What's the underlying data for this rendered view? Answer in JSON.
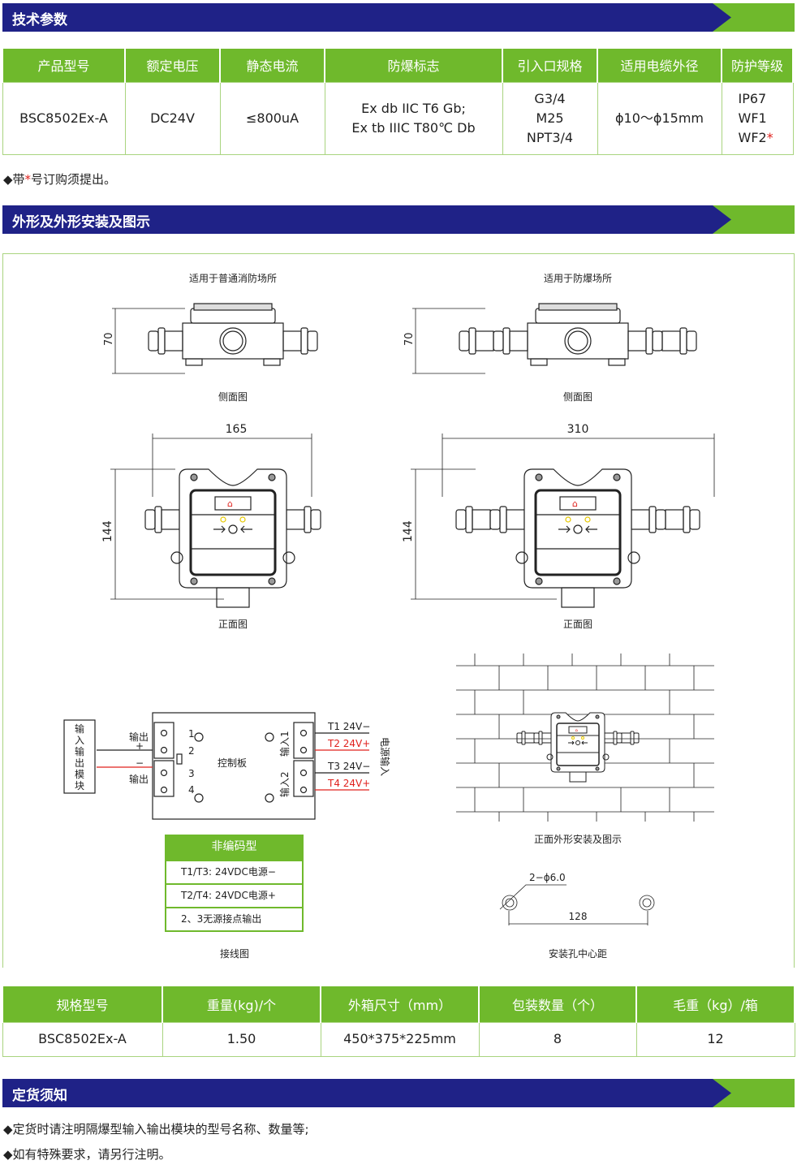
{
  "sections": {
    "tech": "技术参数",
    "shape": "外形及外形安装及图示",
    "order": "定货须知"
  },
  "colors": {
    "navy": "#1f2287",
    "green": "#6fb92c",
    "red": "#e0201c"
  },
  "spec_table": {
    "headers": [
      "产品型号",
      "额定电压",
      "静态电流",
      "防爆标志",
      "引入口规格",
      "适用电缆外径",
      "防护等级"
    ],
    "row": {
      "model": "BSC8502Ex-A",
      "voltage": "DC24V",
      "current": "≤800uA",
      "ex1": "Ex db IIC T6 Gb;",
      "ex2": "Ex tb IIIC T80℃ Db",
      "entry1": "G3/4",
      "entry2": "M25",
      "entry3": "NPT3/4",
      "cable": "ϕ10～ϕ15mm",
      "ip1": "IP67",
      "ip2": "WF1",
      "ip3": "WF2",
      "ip3_mark": "*"
    }
  },
  "note1": {
    "pre": "◆带",
    "mark": "*",
    "post": "号订购须提出。"
  },
  "diagrams": {
    "left_title": "适用于普通消防场所",
    "right_title": "适用于防爆场所",
    "side_view": "侧面图",
    "front_view": "正面图",
    "height_side": "70",
    "height_front": "144",
    "width_left": "165",
    "width_right": "310",
    "wiring": {
      "module": [
        "输",
        "入",
        "输",
        "出",
        "模",
        "块"
      ],
      "out_plus": "输出",
      "plus": "+",
      "minus": "−",
      "out_minus": "输出",
      "terminals": [
        "1",
        "2",
        "3",
        "4"
      ],
      "board": "控制板",
      "in1": "输入1",
      "in2": "输入2",
      "t1": "T1 24V−",
      "t2": "T2 24V+",
      "t3": "T3 24V−",
      "t4": "T4 24V+",
      "power": "电源输入",
      "caption": "接线图"
    },
    "legend": {
      "title": "非编码型",
      "rows": [
        "T1/T3: 24VDC电源−",
        "T2/T4: 24VDC电源+",
        "2、3无源接点输出"
      ]
    },
    "install_caption": "正面外形安装及图示",
    "hole_label": "2−ϕ6.0",
    "hole_dist": "128",
    "hole_caption": "安装孔中心距"
  },
  "pack_table": {
    "headers": [
      "规格型号",
      "重量(kg)/个",
      "外箱尺寸（mm）",
      "包装数量（个）",
      "毛重（kg）/箱"
    ],
    "row": [
      "BSC8502Ex-A",
      "1.50",
      "450*375*225mm",
      "8",
      "12"
    ]
  },
  "order_notes": [
    "◆定货时请注明隔爆型输入输出模块的型号名称、数量等;",
    "◆如有特殊要求，请另行注明。"
  ]
}
